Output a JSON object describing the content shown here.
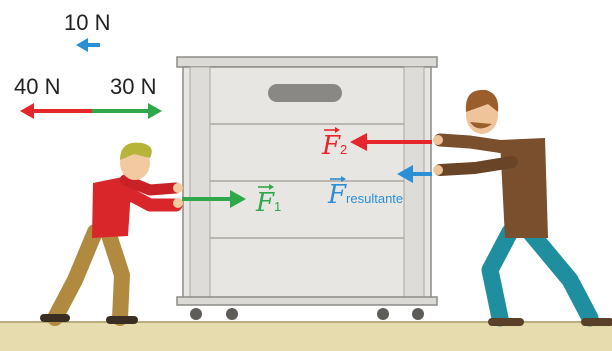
{
  "legend": {
    "resultant_magnitude": "10 N",
    "left_magnitude": "40 N",
    "right_magnitude": "30 N"
  },
  "vectors": {
    "f1": {
      "symbol": "F",
      "subscript": "1"
    },
    "f2": {
      "symbol": "F",
      "subscript": "2"
    },
    "fres": {
      "symbol": "F",
      "subscript": "resultante"
    }
  },
  "colors": {
    "green": "#2ea84a",
    "red": "#e5262c",
    "blue": "#2b8fd6",
    "floor": "#e6dcae",
    "cabinet": "#e8e6e2"
  }
}
